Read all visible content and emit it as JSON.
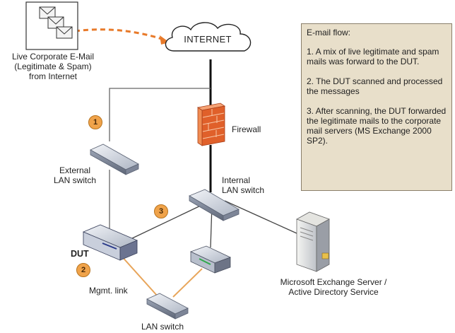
{
  "labels": {
    "source": "Live Corporate E-Mail\n(Legitimate & Spam)\nfrom Internet",
    "internet": "INTERNET",
    "firewall": "Firewall",
    "external_switch": "External\nLAN switch",
    "internal_switch": "Internal\nLAN switch",
    "dut": "DUT",
    "mgmt_link": "Mgmt. link",
    "lan_switch": "LAN switch",
    "server": "Microsoft Exchange Server /\nActive Directory Service"
  },
  "badges": [
    "1",
    "2",
    "3"
  ],
  "note": {
    "title": "E-mail flow:",
    "steps": [
      "1. A mix of live legitimate and spam mails was forward to the DUT.",
      "2. The DUT scanned and processed the messages",
      "3.  After scanning, the DUT forwarded the legitimate mails to the corporate mail servers (MS Exchange 2000 SP2)."
    ]
  },
  "colors": {
    "accent_orange": "#e87a2a",
    "badge_fill": "#f0a34a",
    "note_bg": "#e8dfca",
    "mgmt_link": "#e8a55a",
    "firewall": "#e8692e"
  }
}
